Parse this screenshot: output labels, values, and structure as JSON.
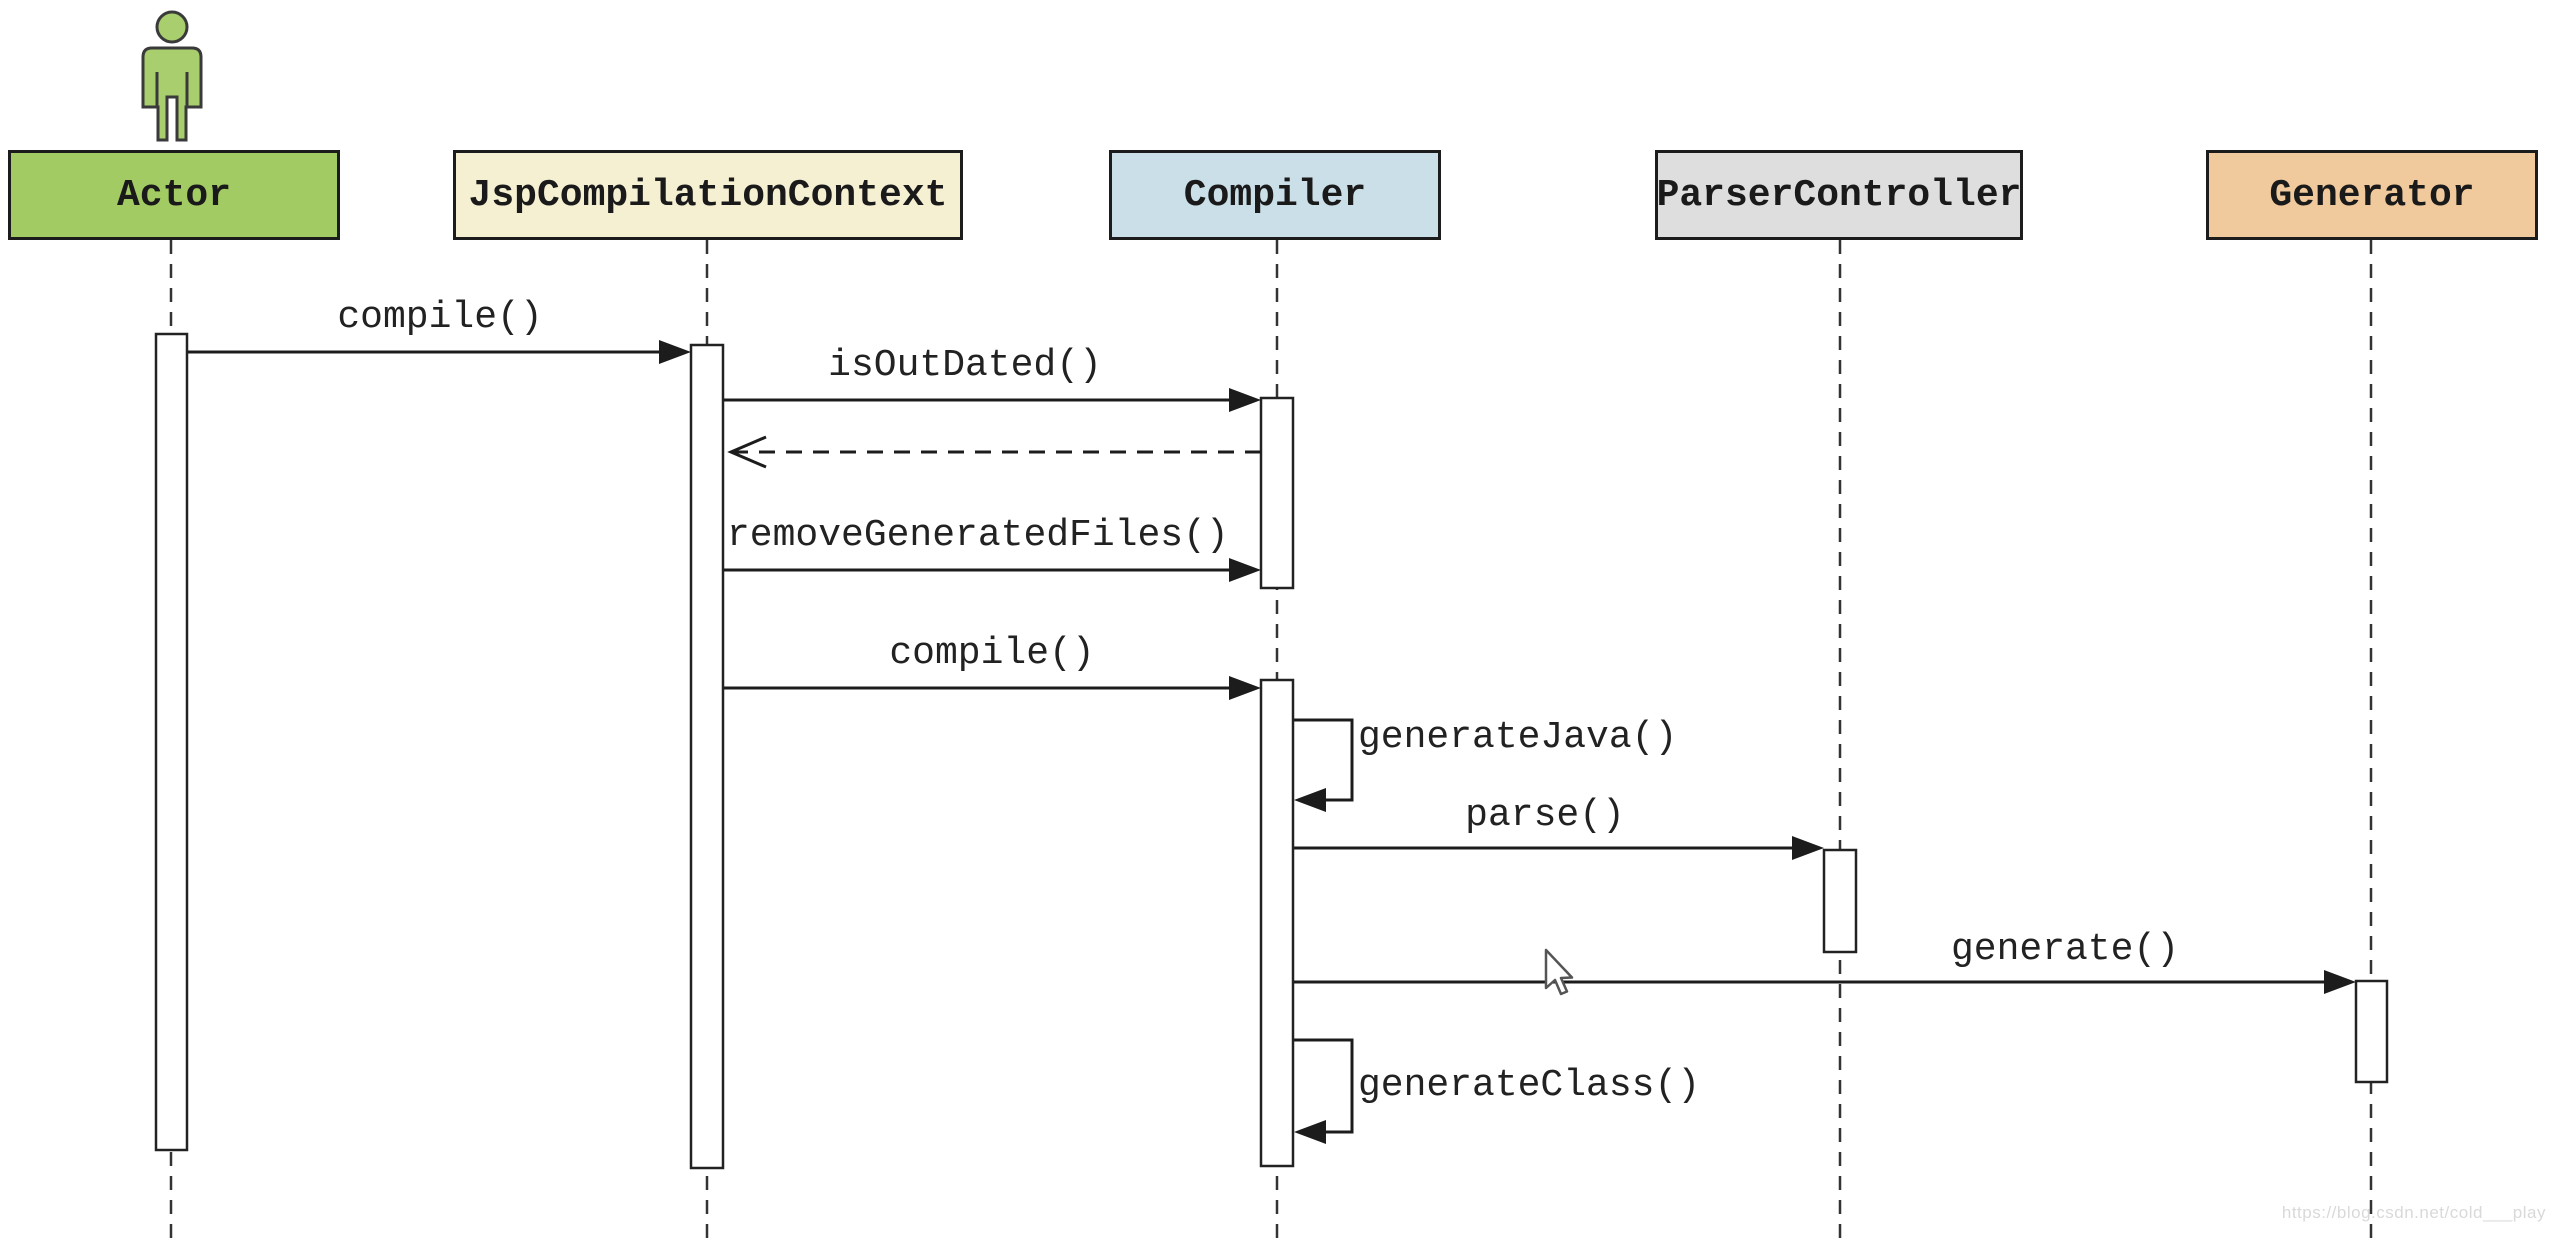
{
  "participants": [
    {
      "label": "Actor",
      "fill": "#a3cb64"
    },
    {
      "label": "JspCompilationContext",
      "fill": "#f6f0d3"
    },
    {
      "label": "Compiler",
      "fill": "#cbdfe9"
    },
    {
      "label": "ParserController",
      "fill": "#dedede"
    },
    {
      "label": "Generator",
      "fill": "#f0ca9c"
    }
  ],
  "messages": {
    "compile1": {
      "label": "compile()",
      "from": "Actor",
      "to": "JspCompilationContext",
      "kind": "sync"
    },
    "isOutDated": {
      "label": "isOutDated()",
      "from": "JspCompilationContext",
      "to": "Compiler",
      "kind": "sync"
    },
    "return1": {
      "label": "",
      "from": "Compiler",
      "to": "JspCompilationContext",
      "kind": "return-dashed"
    },
    "removeGeneratedFiles": {
      "label": "removeGeneratedFiles()",
      "from": "JspCompilationContext",
      "to": "Compiler",
      "kind": "sync"
    },
    "compile2": {
      "label": "compile()",
      "from": "JspCompilationContext",
      "to": "Compiler",
      "kind": "sync"
    },
    "generateJava": {
      "label": "generateJava()",
      "from": "Compiler",
      "to": "Compiler",
      "kind": "self"
    },
    "parse": {
      "label": "parse()",
      "from": "Compiler",
      "to": "ParserController",
      "kind": "sync"
    },
    "generate": {
      "label": "generate()",
      "from": "Compiler",
      "to": "Generator",
      "kind": "sync"
    },
    "generateClass": {
      "label": "generateClass()",
      "from": "Compiler",
      "to": "Compiler",
      "kind": "self"
    }
  },
  "icons": {
    "actor": "person-icon",
    "cursor": "mouse-pointer-icon"
  },
  "colors": {
    "line": "#222222",
    "activation_fill": "#ffffff",
    "actor_icon_fill": "#a8ce6d",
    "watermark_text": "#d9d9d9"
  },
  "watermark": "https://blog.csdn.net/cold___play"
}
